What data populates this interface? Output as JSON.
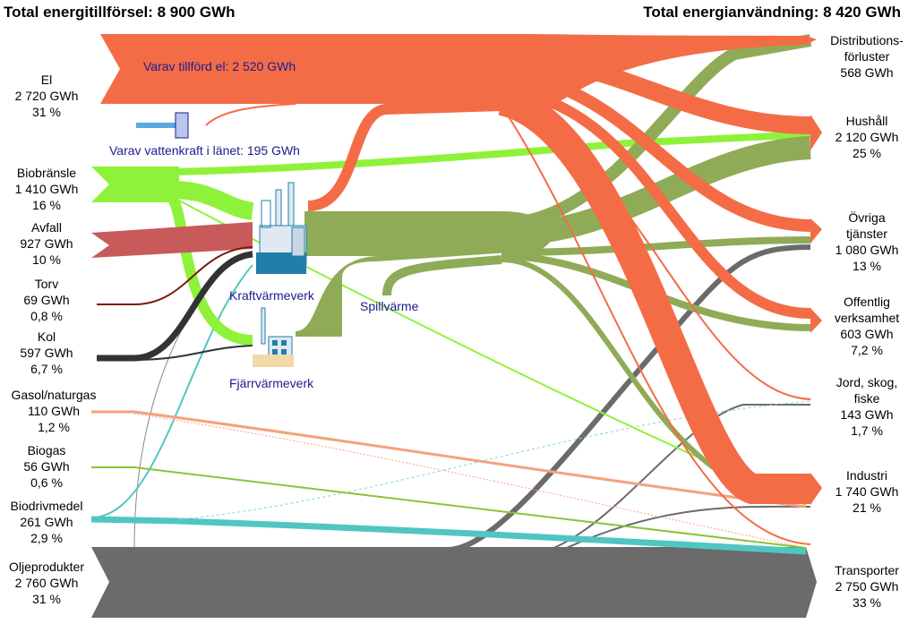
{
  "header": {
    "left": "Total energitillförsel: 8 900 GWh",
    "right": "Total energianvändning: 8 420 GWh"
  },
  "sources": [
    {
      "id": "el",
      "name": "El",
      "value": "2 720 GWh",
      "share": "31 %",
      "color": "#f46c45"
    },
    {
      "id": "biobransle",
      "name": "Biobränsle",
      "value": "1 410 GWh",
      "share": "16 %",
      "color": "#8ff23a"
    },
    {
      "id": "avfall",
      "name": "Avfall",
      "value": "927 GWh",
      "share": "10 %",
      "color": "#c85a5a"
    },
    {
      "id": "torv",
      "name": "Torv",
      "value": "69 GWh",
      "share": "0,8 %",
      "color": "#7a1a10"
    },
    {
      "id": "kol",
      "name": "Kol",
      "value": "597 GWh",
      "share": "6,7 %",
      "color": "#333333"
    },
    {
      "id": "gasol",
      "name": "Gasol/naturgas",
      "value": "110 GWh",
      "share": "1,2 %",
      "color": "#f4a27e"
    },
    {
      "id": "biogas",
      "name": "Biogas",
      "value": "56 GWh",
      "share": "0,6 %",
      "color": "#8cc23a"
    },
    {
      "id": "biodrivmedel",
      "name": "Biodrivmedel",
      "value": "261 GWh",
      "share": "2,9 %",
      "color": "#4fc7c0"
    },
    {
      "id": "olje",
      "name": "Oljeprodukter",
      "value": "2 760 GWh",
      "share": "31 %",
      "color": "#6b6b6b"
    }
  ],
  "targets": [
    {
      "id": "distribution",
      "lines": [
        "Distributions-",
        "förluster"
      ],
      "value": "568 GWh",
      "share": ""
    },
    {
      "id": "hushall",
      "lines": [
        "Hushåll"
      ],
      "value": "2 120 GWh",
      "share": "25 %"
    },
    {
      "id": "ovriga",
      "lines": [
        "Övriga",
        "tjänster"
      ],
      "value": "1 080 GWh",
      "share": "13 %"
    },
    {
      "id": "offentlig",
      "lines": [
        "Offentlig",
        "verksamhet"
      ],
      "value": "603 GWh",
      "share": "7,2 %"
    },
    {
      "id": "jord",
      "lines": [
        "Jord, skog,",
        "fiske"
      ],
      "value": "143 GWh",
      "share": "1,7 %"
    },
    {
      "id": "industri",
      "lines": [
        "Industri"
      ],
      "value": "1 740 GWh",
      "share": "21 %"
    },
    {
      "id": "transporter",
      "lines": [
        "Transporter"
      ],
      "value": "2 750 GWh",
      "share": "33 %"
    }
  ],
  "annotations": {
    "el_tillford": "Varav tillförd el: 2 520 GWh",
    "vattenkraft": "Varav vattenkraft i länet: 195 GWh",
    "kraftvarmeverk": "Kraftvärmeverk",
    "fjarrvarmeverk": "Fjärrvärmeverk",
    "spillvarme": "Spillvärme"
  },
  "colors": {
    "el": "#f46c45",
    "district_heat": "#8fab57",
    "bio": "#8ff23a",
    "olje": "#6b6b6b",
    "plant_blue": "#1f7fa8",
    "annotation": "#1b1b8f"
  }
}
